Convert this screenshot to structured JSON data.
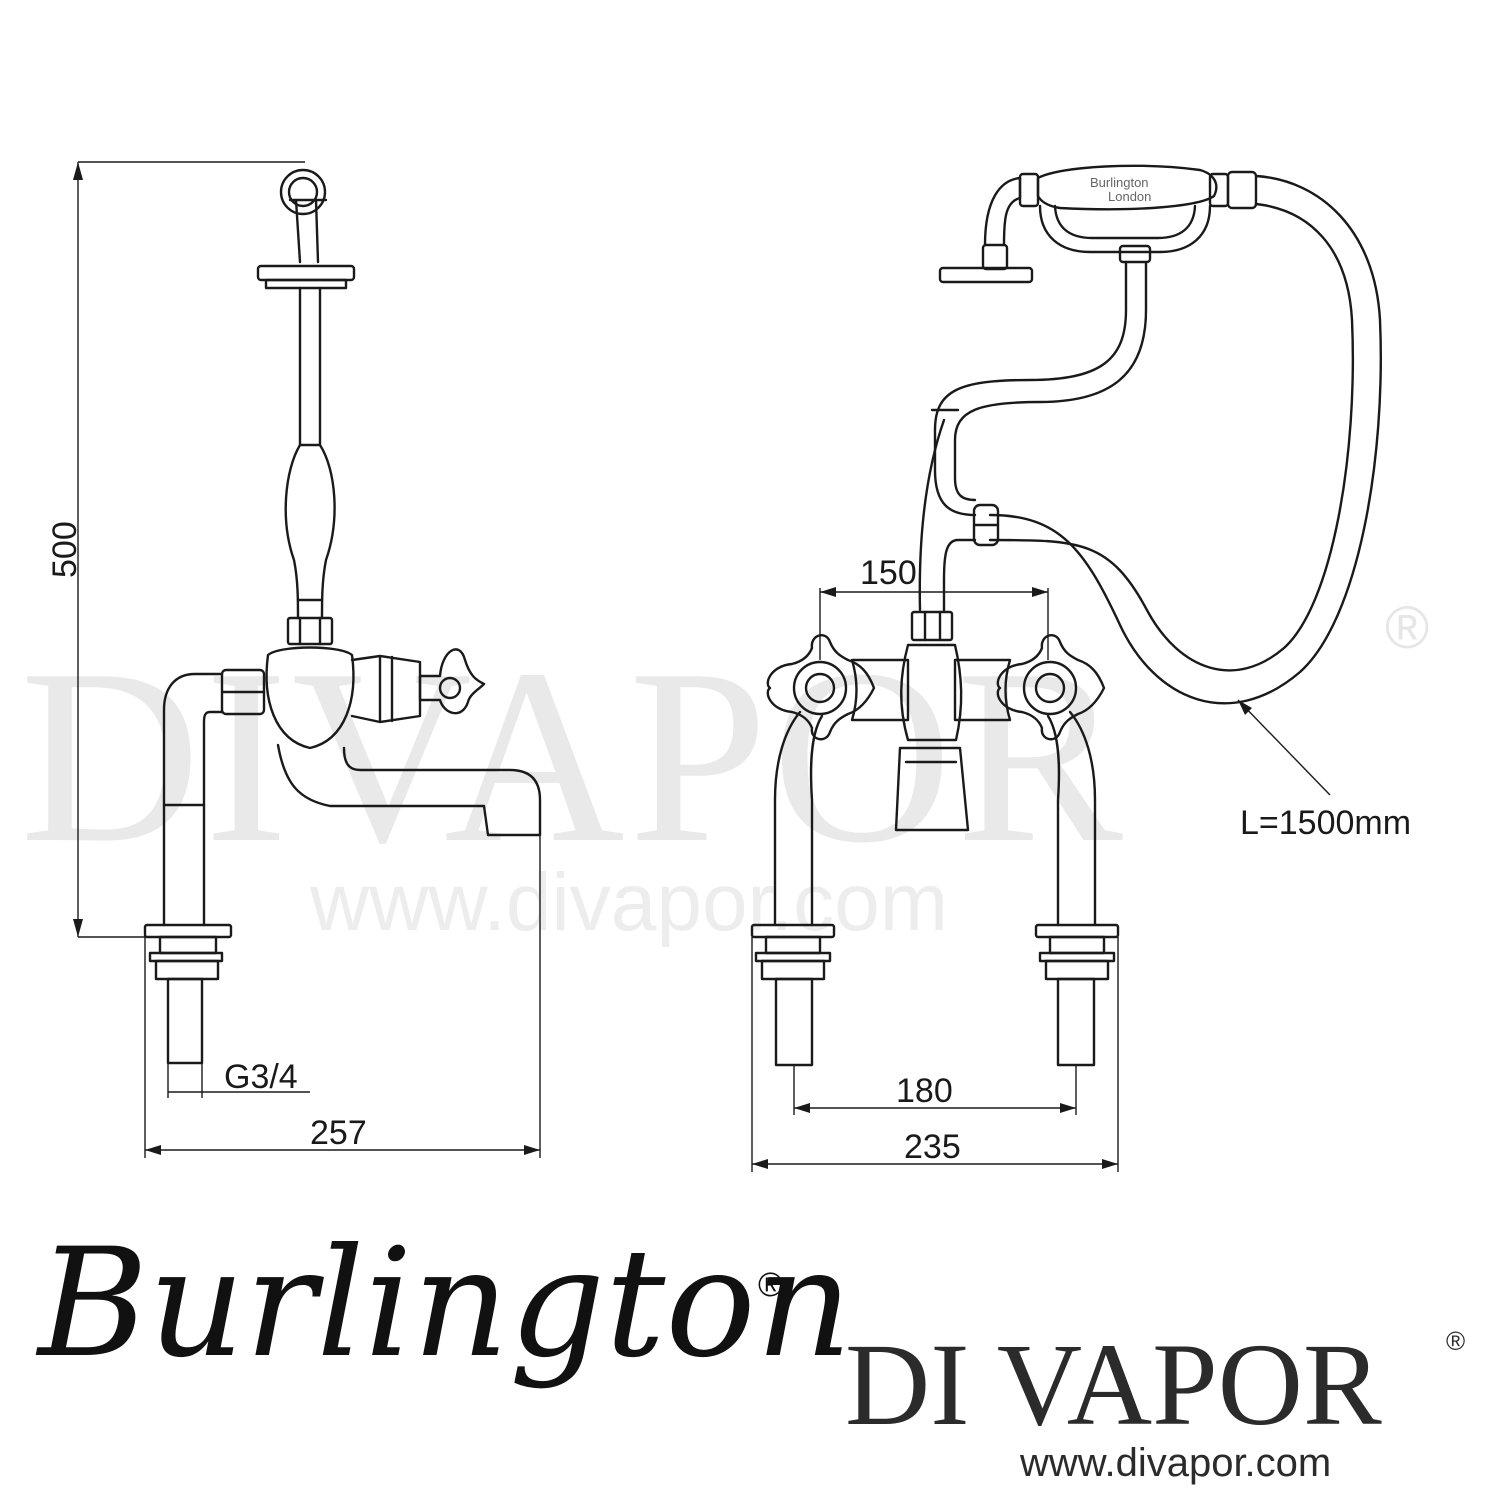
{
  "watermark": {
    "brand": "DIVAPOR",
    "registered": "®",
    "url": "www.divapor.com"
  },
  "dimensions": {
    "height": "500",
    "thread": "G3/4",
    "side_depth": "257",
    "handle_centres": "150",
    "leg_centres": "180",
    "overall_width": "235",
    "hose_length": "L=1500mm"
  },
  "handset_label": {
    "line1": "Burlington",
    "line2": "London"
  },
  "branding": {
    "burlington": "Burlington",
    "burlington_reg": "®",
    "divapor": "DI VAPOR",
    "divapor_reg": "®",
    "divapor_url": "www.divapor.com"
  },
  "colors": {
    "line": "#1a1a1a",
    "watermark": "#e9e9e9",
    "background": "#ffffff"
  }
}
